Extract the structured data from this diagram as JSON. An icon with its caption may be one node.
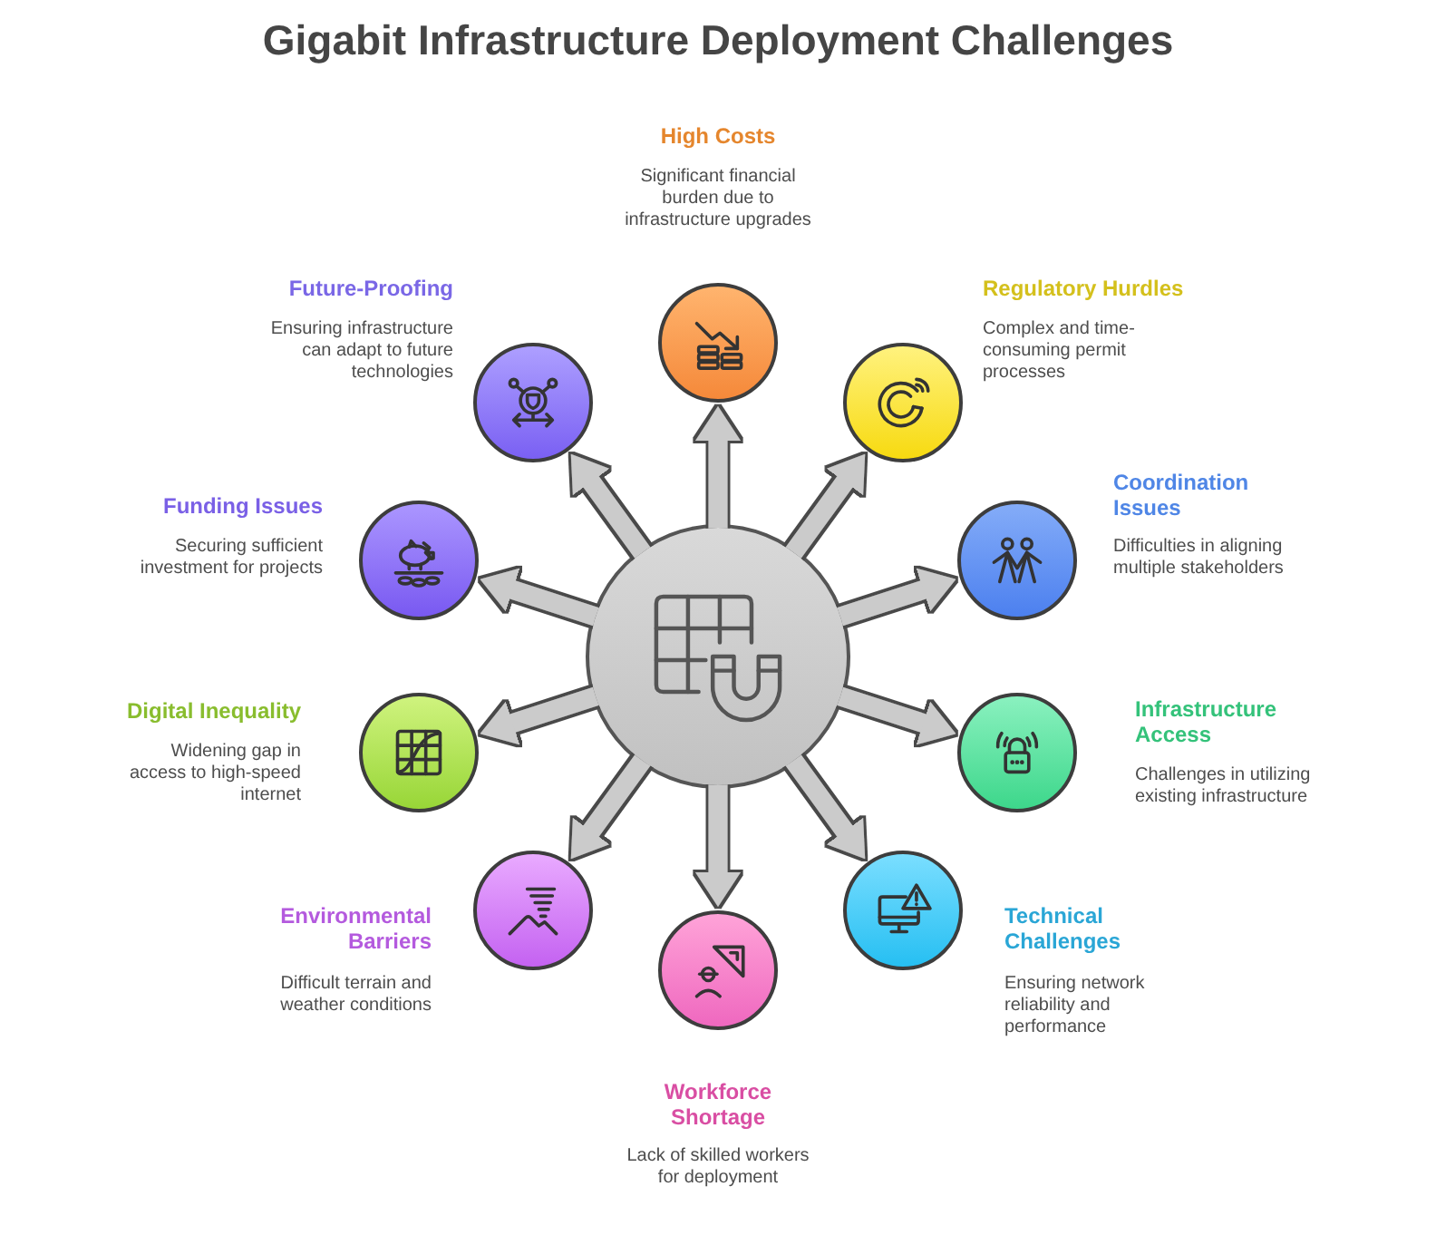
{
  "diagram": {
    "title": "Gigabit Infrastructure Deployment Challenges",
    "nodes": [
      {
        "text": [],
        "shape": "circle"
      },
      {
        "text": [
          "High Costs",
          "Significant financial burden due to infrastructure upgrades"
        ]
      },
      {
        "text": [
          "Regulatory Hurdles",
          "Complex and time-consuming permit processes"
        ]
      },
      {
        "text": [
          "Coordination Issues",
          "Difficulties in aligning multiple stakeholders"
        ]
      },
      {
        "text": [
          "Infrastructure Access",
          "Challenges in utilizing existing infrastructure"
        ]
      },
      {
        "text": [
          "Technical Challenges",
          "Ensuring network reliability and performance"
        ]
      },
      {
        "text": [
          "Workforce Shortage",
          "Lack of skilled workers for deployment"
        ]
      },
      {
        "text": [
          "Environmental Barriers",
          "Difficult terrain and weather conditions"
        ]
      },
      {
        "text": [
          "Digital Inequality",
          "Widening gap in access to high-speed internet"
        ]
      },
      {
        "text": [
          "Funding Issues",
          "Securing sufficient investment for projects"
        ]
      },
      {
        "text": [
          "Future-Proofing",
          "Ensuring infrastructure can adapt to future technologies"
        ]
      }
    ],
    "edges": [
      {
        "from": 0,
        "to": 1,
        "arrow": "to"
      },
      {
        "from": 0,
        "to": 2,
        "arrow": "to"
      },
      {
        "from": 0,
        "to": 3,
        "arrow": "to"
      },
      {
        "from": 0,
        "to": 4,
        "arrow": "to"
      },
      {
        "from": 0,
        "to": 5,
        "arrow": "to"
      },
      {
        "from": 0,
        "to": 6,
        "arrow": "to"
      },
      {
        "from": 0,
        "to": 7,
        "arrow": "to"
      },
      {
        "from": 0,
        "to": 8,
        "arrow": "to"
      },
      {
        "from": 0,
        "to": 9,
        "arrow": "to"
      },
      {
        "from": 0,
        "to": 10,
        "arrow": "to"
      }
    ]
  }
}
